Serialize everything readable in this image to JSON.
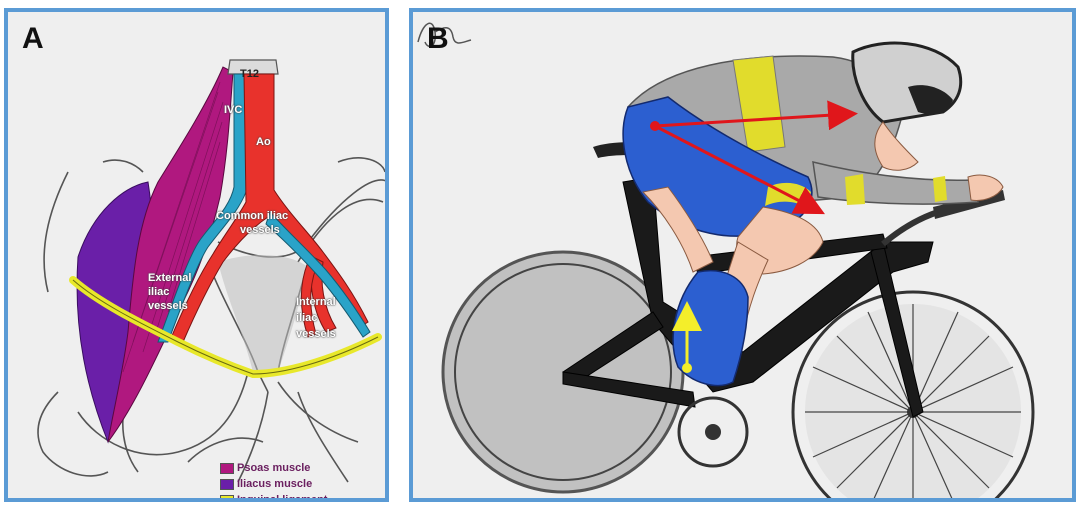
{
  "panel_a": {
    "letter": "A",
    "labels": {
      "t12": "T12",
      "ivc": "IVC",
      "ao": "Ao",
      "common_iliac_1": "Common iliac",
      "common_iliac_2": "vessels",
      "external_1": "External",
      "external_2": "iliac",
      "external_3": "vessels",
      "internal_1": "Internal",
      "internal_2": "iliac",
      "internal_3": "vessels"
    },
    "legend": [
      {
        "label": "Psoas muscle",
        "color": "#b0187f"
      },
      {
        "label": "Iliacus muscle",
        "color": "#6a1fa8"
      },
      {
        "label": "Inguinal ligament",
        "color": "#e8e82a"
      }
    ]
  },
  "panel_b": {
    "letter": "B"
  },
  "colors": {
    "border": "#5b9bd5",
    "artery": "#e8322c",
    "vein": "#2aa3c8",
    "psoas": "#b0187f",
    "iliacus": "#6a1fa8",
    "ligament": "#e8e82a",
    "jersey": "#a9a9a9",
    "shorts": "#2c5fd0",
    "skin": "#f4c8b0",
    "arrow_red": "#e0161b",
    "arrow_yellow": "#f4ee2a"
  }
}
